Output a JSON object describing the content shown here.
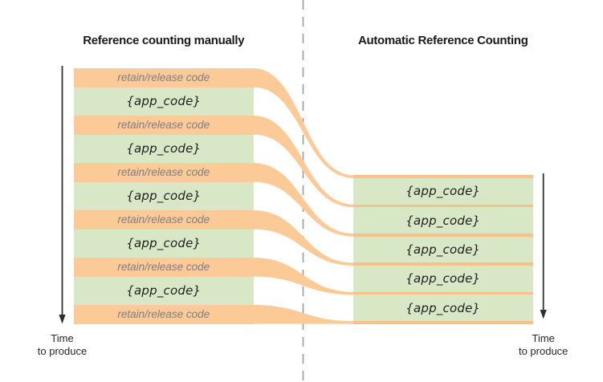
{
  "palette": {
    "background": "#ffffff",
    "orange": "#fbca96",
    "orange_line": "#f8c189",
    "green": "#d8e8c6",
    "retain_text": "#7e7e86",
    "app_code_text": "#1f1f1f",
    "title_text": "#1a1a1a",
    "time_text": "#262626",
    "axis_color": "#2f2f2f",
    "divider_color": "#9b9b9b"
  },
  "left_panel": {
    "title": "Reference counting manually",
    "bands": [
      {
        "type": "retain",
        "label": "retain/release code"
      },
      {
        "type": "app",
        "label": "{app_code}"
      },
      {
        "type": "retain",
        "label": "retain/release code"
      },
      {
        "type": "app",
        "label": "{app_code}"
      },
      {
        "type": "retain",
        "label": "retain/release code"
      },
      {
        "type": "app",
        "label": "{app_code}"
      },
      {
        "type": "retain",
        "label": "retain/release code"
      },
      {
        "type": "app",
        "label": "{app_code}"
      },
      {
        "type": "retain",
        "label": "retain/release code"
      },
      {
        "type": "app",
        "label": "{app_code}"
      },
      {
        "type": "retain",
        "label": "retain/release code"
      }
    ],
    "time_label": {
      "line1": "Time",
      "line2": "to produce"
    }
  },
  "right_panel": {
    "title": "Automatic Reference Counting",
    "bands": [
      {
        "type": "app",
        "label": "{app_code}"
      },
      {
        "type": "app",
        "label": "{app_code}"
      },
      {
        "type": "app",
        "label": "{app_code}"
      },
      {
        "type": "app",
        "label": "{app_code}"
      },
      {
        "type": "app",
        "label": "{app_code}"
      }
    ],
    "time_label": {
      "line1": "Time",
      "line2": "to produce"
    }
  }
}
